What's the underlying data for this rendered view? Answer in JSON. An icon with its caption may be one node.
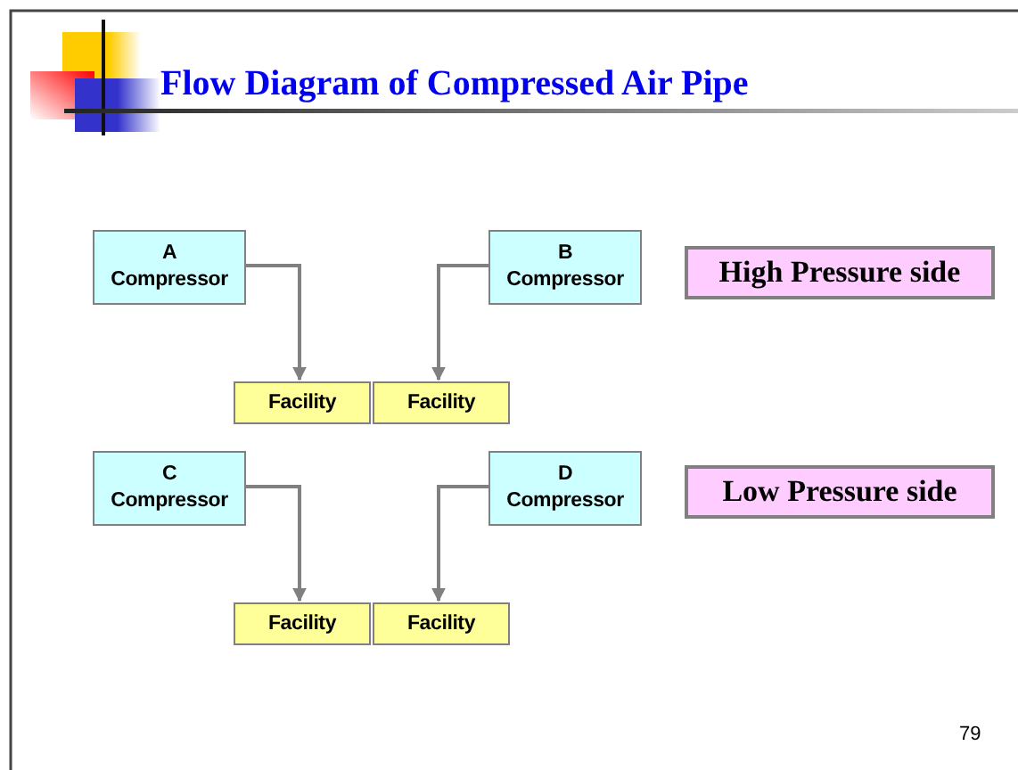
{
  "diagram": {
    "title": "Flow Diagram of Compressed Air Pipe",
    "nodes": [
      {
        "text": [
          "A",
          "Compressor"
        ]
      },
      {
        "text": [
          "B",
          "Compressor"
        ]
      },
      {
        "text": [
          "High Pressure side"
        ]
      },
      {
        "text": [
          "Facility"
        ]
      },
      {
        "text": [
          "Facility"
        ]
      },
      {
        "text": [
          "C",
          "Compressor"
        ]
      },
      {
        "text": [
          "D",
          "Compressor"
        ]
      },
      {
        "text": [
          "Low Pressure side"
        ]
      },
      {
        "text": [
          "Facility"
        ]
      },
      {
        "text": [
          "Facility"
        ]
      }
    ],
    "edges": [
      {
        "from": 0,
        "to": 3,
        "arrow": "to"
      },
      {
        "from": 1,
        "to": 4,
        "arrow": "to"
      },
      {
        "from": 5,
        "to": 8,
        "arrow": "to"
      },
      {
        "from": 6,
        "to": 9,
        "arrow": "to"
      }
    ],
    "labels": [
      "79"
    ]
  }
}
